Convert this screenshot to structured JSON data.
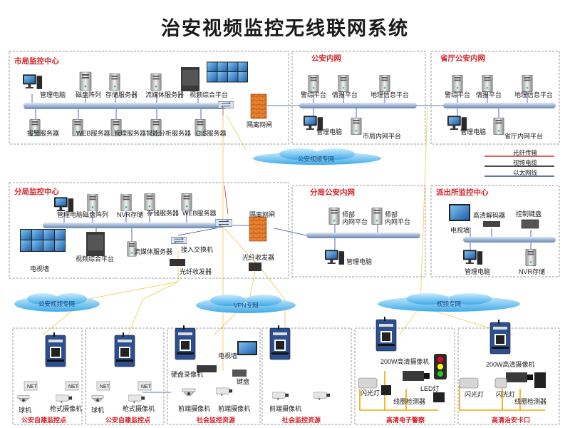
{
  "title": "治安视频监控无线联网系统",
  "legend": {
    "items": [
      {
        "label": "光纤传输",
        "color": "#c0392b"
      },
      {
        "label": "视频电缆",
        "color": "#111111"
      },
      {
        "label": "以太网线",
        "color": "#2b4a9b"
      }
    ]
  },
  "clouds": {
    "police_video_top": "公安视频专网",
    "police_video_left": "公安视频专网",
    "vpn": "VPN专网",
    "video": "视频专网"
  },
  "city": {
    "title": "市局监控中心",
    "top_devices": [
      "管理电脑",
      "磁盘阵列",
      "存储服务器",
      "流媒体服务器",
      "视频综合平台"
    ],
    "bottom_devices": [
      "报警服务器",
      "WEB服务器",
      "管理服务器",
      "智能分析服务器",
      "GIS服务器"
    ],
    "gate": "隔离网闸"
  },
  "police_net": {
    "title": "公安内网",
    "platforms": [
      "警综平台",
      "情报平台",
      "地理信息平台"
    ],
    "pc": "管理电脑",
    "intranet": "市局内网平台"
  },
  "province": {
    "title": "省厅公安内网",
    "platforms": [
      "警综平台",
      "情报平台",
      "地理信息平台"
    ],
    "pc": "管理电脑",
    "intranet": "省厅内网平台"
  },
  "branch": {
    "title": "分局监控中心",
    "top_devices": [
      "管理电脑",
      "磁盘阵列",
      "NVR存储",
      "存储服务器",
      "WEB服务器"
    ],
    "tv_wall": "电视墙",
    "platform": "视频综合平台",
    "media": "流媒体服务器",
    "access_switch": "接入交换机",
    "fiber_tx": "光纤收发器",
    "gate": "隔离网闸",
    "fiber_tx2": "光纤收发器"
  },
  "branch_net": {
    "title": "分局公安内网",
    "servers": [
      "师部\n内网平台",
      "师部\n内网平台"
    ],
    "pc": "管理电脑"
  },
  "station": {
    "title": "派出所监控中心",
    "tv": "电视墙",
    "decoder": "高清解码器",
    "keyboard": "控制键盘",
    "pc": "管理电脑",
    "nvr": "NVR存储"
  },
  "field": {
    "site1": {
      "caption": "公安自建监控点",
      "dome": "球机",
      "gun": "枪式摄像机",
      "net1": "NET",
      "net2": "NET"
    },
    "site2": {
      "caption": "公安自建监控点",
      "dome": "球机",
      "gun": "枪式摄像机",
      "net1": "NET",
      "net2": "NET"
    },
    "site3": {
      "caption": "社会监控资源",
      "tv": "电视墙",
      "dvr": "硬盘录像机",
      "keyboard": "键盘",
      "cam": "前端摄像机",
      "cam2": "前端摄像机"
    },
    "site4": {
      "caption": "社会监控资源",
      "cam": "前端摄像机"
    },
    "site5": {
      "caption": "高清电子警察",
      "hd": "200W高清摄像机",
      "flash": "闪光灯",
      "coil": "线圈检测器",
      "led": "LED灯"
    },
    "site6": {
      "caption": "高清治安卡口",
      "hd": "200W高清摄像机",
      "flash1": "闪光灯",
      "flash2": "闪光灯",
      "coil": "线圈检测器"
    }
  }
}
